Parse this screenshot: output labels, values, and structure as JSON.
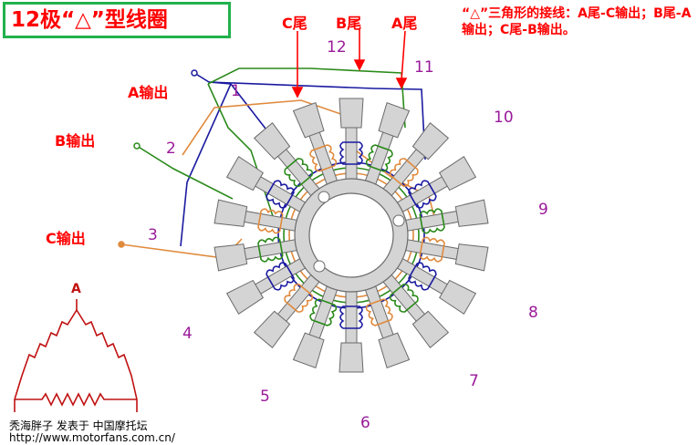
{
  "title": "12极“△”型线圈",
  "note": "“△”三角形的接线：A尾-C输出；B尾-A输出；C尾-B输出。",
  "tail_labels": {
    "c_tail": "C尾",
    "b_tail": "B尾",
    "a_tail": "A尾"
  },
  "output_labels": {
    "a_out": "A输出",
    "b_out": "B输出",
    "c_out": "C输出"
  },
  "inner_numbers": [
    "1",
    "2",
    "3"
  ],
  "pole_numbers": [
    "4",
    "5",
    "6",
    "7",
    "8",
    "9",
    "10",
    "11",
    "12"
  ],
  "delta_vertex_top": "A",
  "footer": {
    "credit": "秃海胖子 发表于 中国摩托坛",
    "url": "http://www.motorfans.com.cn/"
  },
  "colors": {
    "phase_a": "#1a1aa0",
    "phase_b": "#2a8a1a",
    "phase_c": "#e08a3c",
    "labels": "#ff0000",
    "numbers": "#9a1a9a",
    "frame": "#22b14c"
  }
}
